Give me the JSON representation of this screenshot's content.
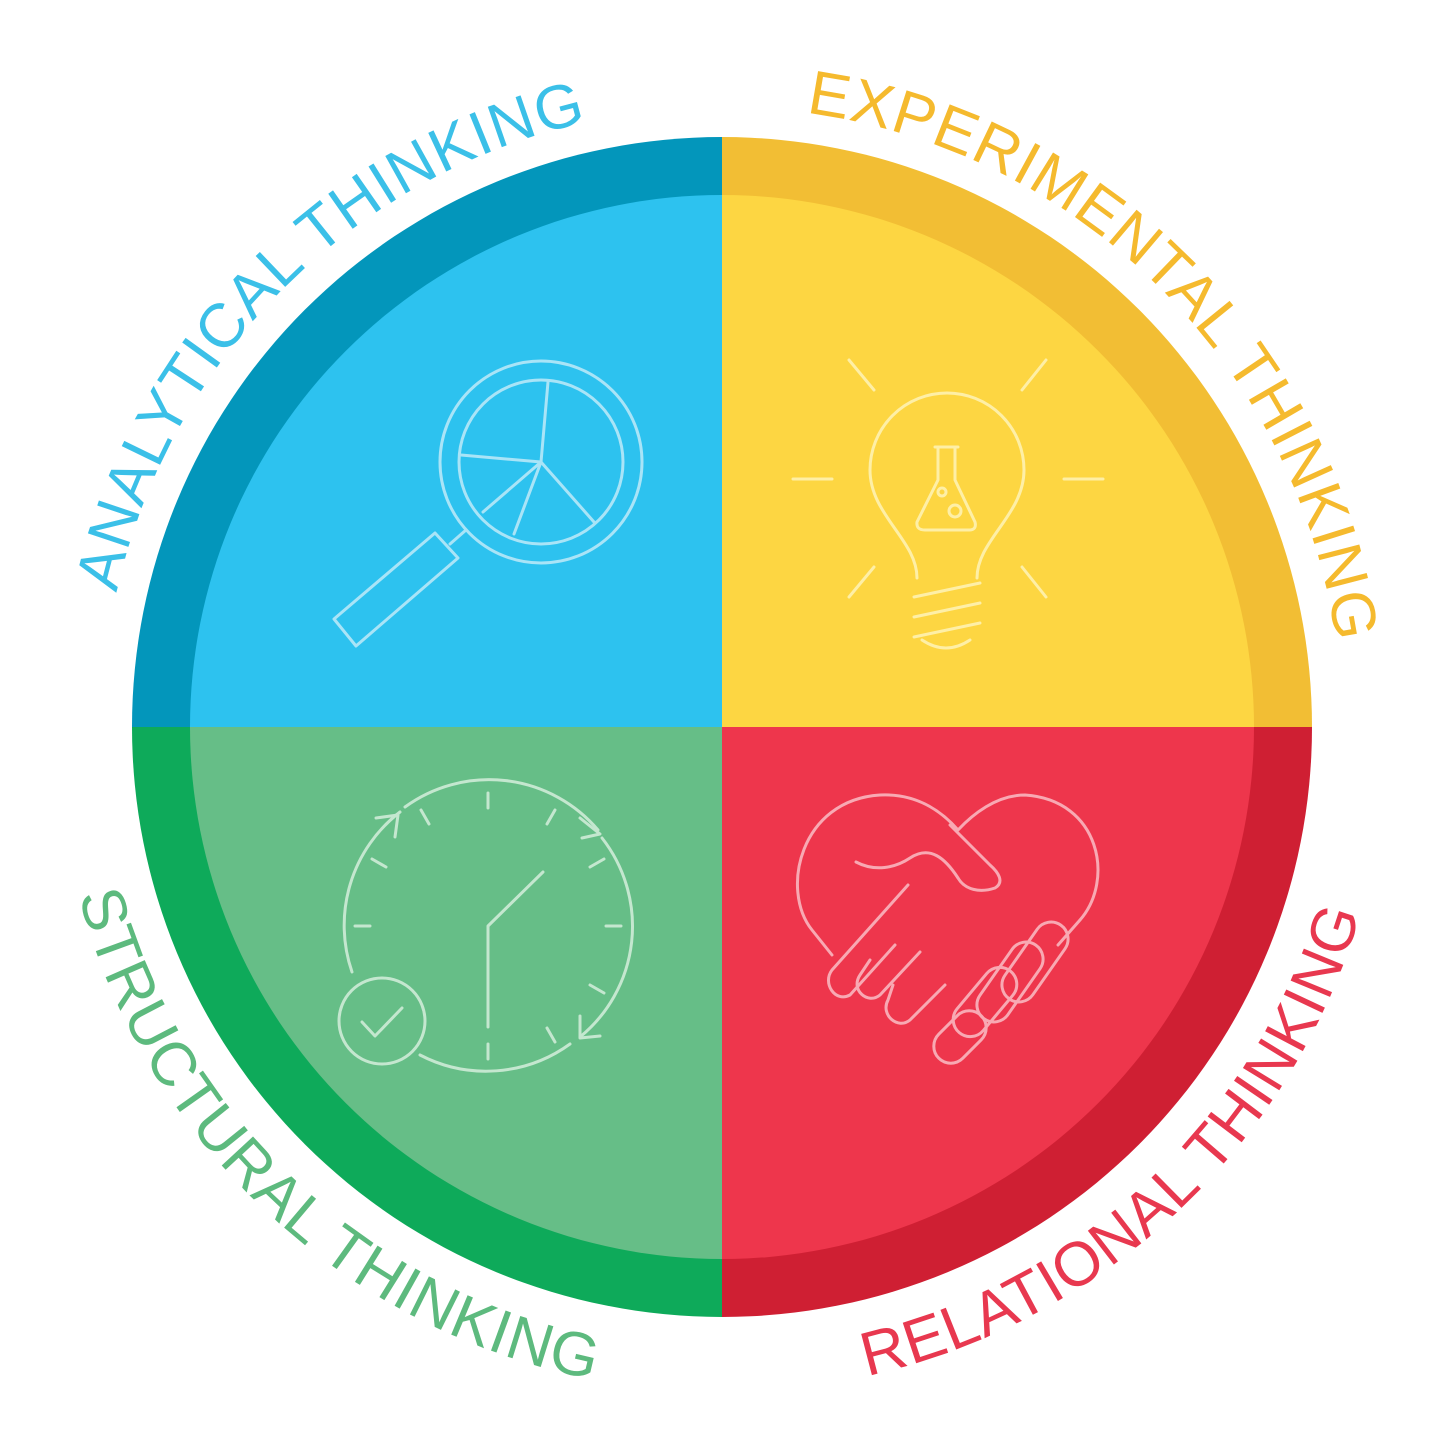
{
  "quadrants": [
    {
      "label": "ANALYTICAL THINKING",
      "icon": "magnifier-pie-chart-icon",
      "outer_color": "#0396BB",
      "inner_color": "#2DC2EF",
      "text_color": "#3BC0E8",
      "icon_color": "#A9E4F7"
    },
    {
      "label": "EXPERIMENTAL THINKING",
      "icon": "lightbulb-flask-icon",
      "outer_color": "#F2BE34",
      "inner_color": "#FDD642",
      "text_color": "#F5BA2E",
      "icon_color": "#FEEFA6"
    },
    {
      "label": "STRUCTURAL THINKING",
      "icon": "clock-check-icon",
      "outer_color": "#0EAA5A",
      "inner_color": "#66BE87",
      "text_color": "#5DBA7E",
      "icon_color": "#C4E7CF"
    },
    {
      "label": "RELATIONAL THINKING",
      "icon": "handshake-heart-icon",
      "outer_color": "#CF1F33",
      "inner_color": "#EE364C",
      "text_color": "#E8384F",
      "icon_color": "#F8A9B3"
    }
  ]
}
